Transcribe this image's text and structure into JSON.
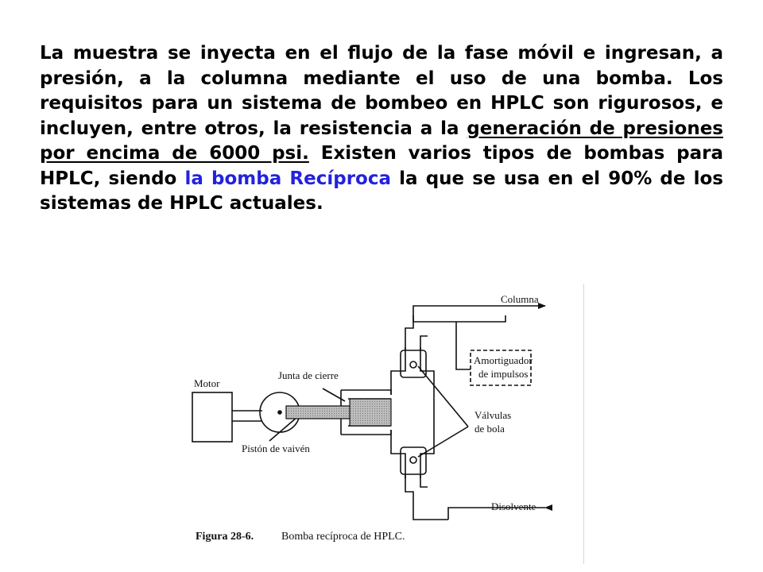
{
  "paragraph": {
    "before_underline": "La muestra se inyecta en el flujo de la fase móvil e ingresan, a presión, a la columna mediante el uso de una bomba. Los requisitos para un sistema de bombeo en HPLC son rigurosos, e incluyen, entre otros, la resistencia a la ",
    "underlined": "generación de presiones por encima de 6000 psi.",
    "middle": " Existen varios tipos de bombas para HPLC, siendo ",
    "highlighted": "la bomba Recíproca",
    "after": " la que se usa en el 90% de los sistemas de HPLC actuales."
  },
  "figure": {
    "labels": {
      "motor": "Motor",
      "junta": "Junta de cierre",
      "piston": "Pistón de vaivén",
      "columna": "Columna",
      "amortiguador_1": "Amortiguador",
      "amortiguador_2": "de impulsos",
      "valvulas_1": "Válvulas",
      "valvulas_2": "de bola",
      "disolvente": "Disolvente"
    },
    "caption_number": "Figura 28-6.",
    "caption_text": "Bomba recíproca de HPLC."
  },
  "colors": {
    "text": "#000000",
    "highlight": "#2222dd",
    "seal": "#b0b0b0"
  }
}
